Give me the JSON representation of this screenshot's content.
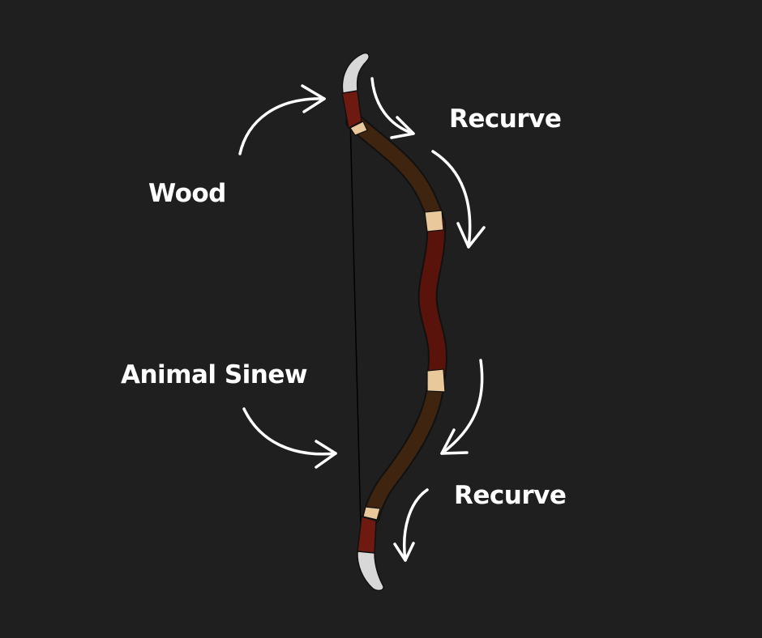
{
  "labels": {
    "recurve_top": "Recurve",
    "wood": "Wood",
    "animal_sinew": "Animal Sinew",
    "recurve_bottom": "Recurve"
  },
  "colors": {
    "background": "#1f1f1f",
    "text": "#ffffff",
    "arrow": "#ffffff",
    "limb_wood": "#3f2410",
    "grip_red": "#5a130a",
    "tip_wrap_red": "#6e1a10",
    "binding_tan": "#e9c89c",
    "horn_tip": "#d8d8d8",
    "string": "#000000"
  }
}
